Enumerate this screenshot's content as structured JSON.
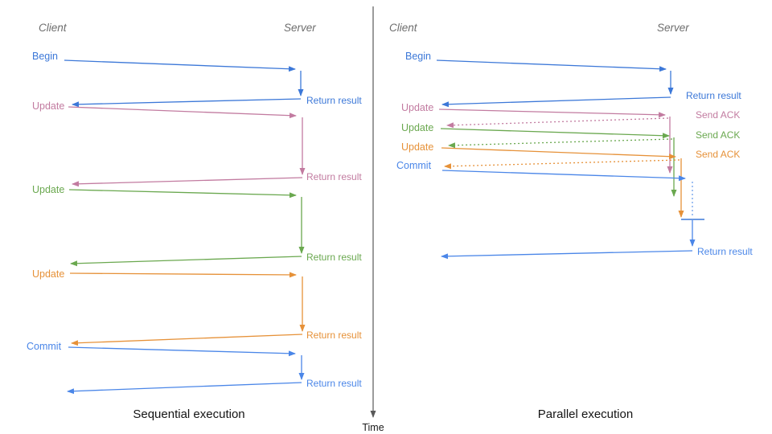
{
  "diagram": {
    "time_axis_label": "Time",
    "colors": {
      "blue": "#3c78d8",
      "light_blue": "#4a86e8",
      "pink": "#c27ba0",
      "green": "#6aa84f",
      "orange": "#e69138",
      "axis": "#595959"
    },
    "left": {
      "client_header": "Client",
      "server_header": "Server",
      "caption": "Sequential execution",
      "messages": [
        {
          "label": "Begin",
          "color": "#3c78d8",
          "response_label": "Return result"
        },
        {
          "label": "Update",
          "color": "#c27ba0",
          "response_label": "Return result"
        },
        {
          "label": "Update",
          "color": "#6aa84f",
          "response_label": "Return result"
        },
        {
          "label": "Update",
          "color": "#e69138",
          "response_label": "Return result"
        },
        {
          "label": "Commit",
          "color": "#4a86e8",
          "response_label": "Return result"
        }
      ]
    },
    "right": {
      "client_header": "Client",
      "server_header": "Server",
      "caption": "Parallel execution",
      "messages": [
        {
          "label": "Begin",
          "color": "#3c78d8",
          "response_label": "Return result"
        },
        {
          "label": "Update",
          "color": "#c27ba0",
          "response_label": "Send ACK"
        },
        {
          "label": "Update",
          "color": "#6aa84f",
          "response_label": "Send ACK"
        },
        {
          "label": "Update",
          "color": "#e69138",
          "response_label": "Send ACK"
        },
        {
          "label": "Commit",
          "color": "#4a86e8",
          "response_label": "Return result"
        }
      ]
    }
  }
}
